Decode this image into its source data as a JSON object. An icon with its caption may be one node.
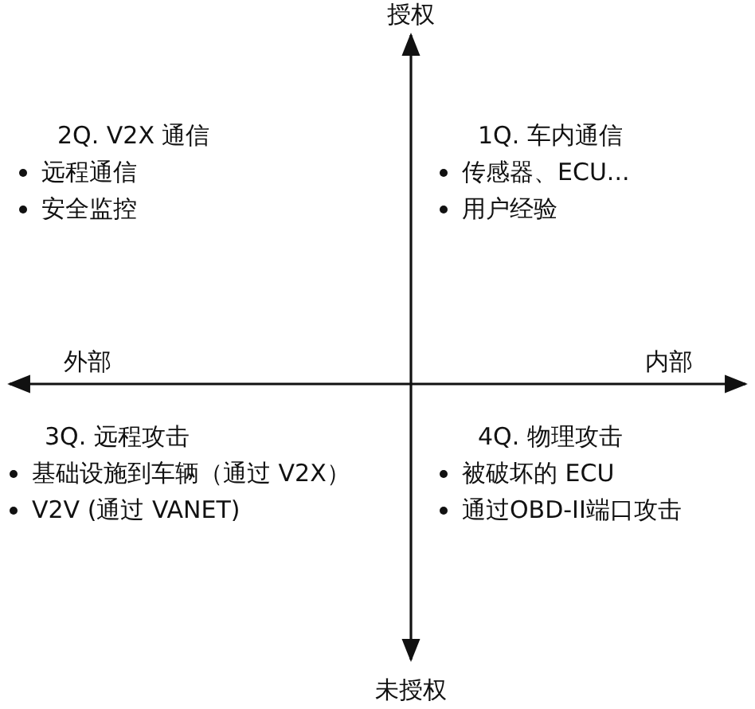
{
  "diagram": {
    "labels": [
      "授权",
      "2Q. V2X 通信",
      "远程通信",
      "安全监控",
      "1Q. 车内通信",
      "传感器、ECU...",
      "用户经验",
      "外部",
      "内部",
      "3Q. 远程攻击",
      "基础设施到车辆（通过 V2X）",
      "V2V (通过 VANET)",
      "4Q. 物理攻击",
      "被破坏的 ECU",
      "通过OBD-II端口攻击",
      "未授权"
    ]
  }
}
